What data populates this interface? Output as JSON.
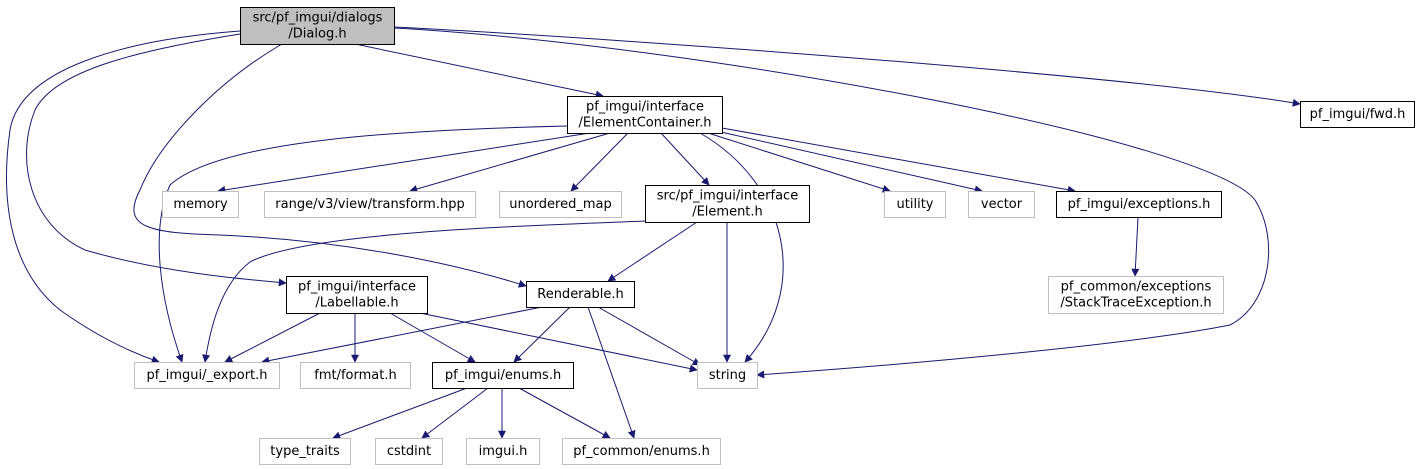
{
  "graph": {
    "colors": {
      "edge": "#191970",
      "root_fill": "#bfbfbf",
      "root_border": "#000000",
      "documented_border": "#000000",
      "external_border": "#bfbfbf",
      "node_fill": "#ffffff",
      "text": "#000000"
    },
    "nodes": [
      {
        "id": "dialog",
        "lines": [
          "src/pf_imgui/dialogs",
          "/Dialog.h"
        ],
        "kind": "root"
      },
      {
        "id": "element_container",
        "lines": [
          "pf_imgui/interface",
          "/ElementContainer.h"
        ],
        "kind": "documented"
      },
      {
        "id": "fwd",
        "lines": [
          "pf_imgui/fwd.h"
        ],
        "kind": "documented"
      },
      {
        "id": "memory",
        "lines": [
          "memory"
        ],
        "kind": "external"
      },
      {
        "id": "range_transform",
        "lines": [
          "range/v3/view/transform.hpp"
        ],
        "kind": "external"
      },
      {
        "id": "unordered_map",
        "lines": [
          "unordered_map"
        ],
        "kind": "external"
      },
      {
        "id": "element",
        "lines": [
          "src/pf_imgui/interface",
          "/Element.h"
        ],
        "kind": "documented"
      },
      {
        "id": "utility",
        "lines": [
          "utility"
        ],
        "kind": "external"
      },
      {
        "id": "vector",
        "lines": [
          "vector"
        ],
        "kind": "external"
      },
      {
        "id": "exceptions",
        "lines": [
          "pf_imgui/exceptions.h"
        ],
        "kind": "documented"
      },
      {
        "id": "stacktrace",
        "lines": [
          "pf_common/exceptions",
          "/StackTraceException.h"
        ],
        "kind": "external"
      },
      {
        "id": "labellable",
        "lines": [
          "pf_imgui/interface",
          "/Labellable.h"
        ],
        "kind": "documented"
      },
      {
        "id": "renderable",
        "lines": [
          "Renderable.h"
        ],
        "kind": "documented"
      },
      {
        "id": "export",
        "lines": [
          "pf_imgui/_export.h"
        ],
        "kind": "external"
      },
      {
        "id": "fmt_format",
        "lines": [
          "fmt/format.h"
        ],
        "kind": "external"
      },
      {
        "id": "enums",
        "lines": [
          "pf_imgui/enums.h"
        ],
        "kind": "documented"
      },
      {
        "id": "string",
        "lines": [
          "string"
        ],
        "kind": "external"
      },
      {
        "id": "type_traits",
        "lines": [
          "type_traits"
        ],
        "kind": "external"
      },
      {
        "id": "cstdint",
        "lines": [
          "cstdint"
        ],
        "kind": "external"
      },
      {
        "id": "imgui",
        "lines": [
          "imgui.h"
        ],
        "kind": "external"
      },
      {
        "id": "common_enums",
        "lines": [
          "pf_common/enums.h"
        ],
        "kind": "external"
      }
    ],
    "edges": [
      {
        "from": "dialog",
        "to": "element_container"
      },
      {
        "from": "dialog",
        "to": "fwd"
      },
      {
        "from": "dialog",
        "to": "string"
      },
      {
        "from": "dialog",
        "to": "labellable"
      },
      {
        "from": "dialog",
        "to": "export"
      },
      {
        "from": "dialog",
        "to": "renderable"
      },
      {
        "from": "element_container",
        "to": "export"
      },
      {
        "from": "element_container",
        "to": "memory"
      },
      {
        "from": "element_container",
        "to": "range_transform"
      },
      {
        "from": "element_container",
        "to": "unordered_map"
      },
      {
        "from": "element_container",
        "to": "element"
      },
      {
        "from": "element_container",
        "to": "utility"
      },
      {
        "from": "element_container",
        "to": "vector"
      },
      {
        "from": "element_container",
        "to": "exceptions"
      },
      {
        "from": "element_container",
        "to": "string"
      },
      {
        "from": "element",
        "to": "export"
      },
      {
        "from": "element",
        "to": "renderable"
      },
      {
        "from": "element",
        "to": "string"
      },
      {
        "from": "exceptions",
        "to": "stacktrace"
      },
      {
        "from": "labellable",
        "to": "export"
      },
      {
        "from": "labellable",
        "to": "fmt_format"
      },
      {
        "from": "labellable",
        "to": "enums"
      },
      {
        "from": "labellable",
        "to": "string"
      },
      {
        "from": "renderable",
        "to": "export"
      },
      {
        "from": "renderable",
        "to": "enums"
      },
      {
        "from": "renderable",
        "to": "string"
      },
      {
        "from": "renderable",
        "to": "common_enums"
      },
      {
        "from": "enums",
        "to": "type_traits"
      },
      {
        "from": "enums",
        "to": "cstdint"
      },
      {
        "from": "enums",
        "to": "imgui"
      },
      {
        "from": "enums",
        "to": "common_enums"
      }
    ]
  }
}
